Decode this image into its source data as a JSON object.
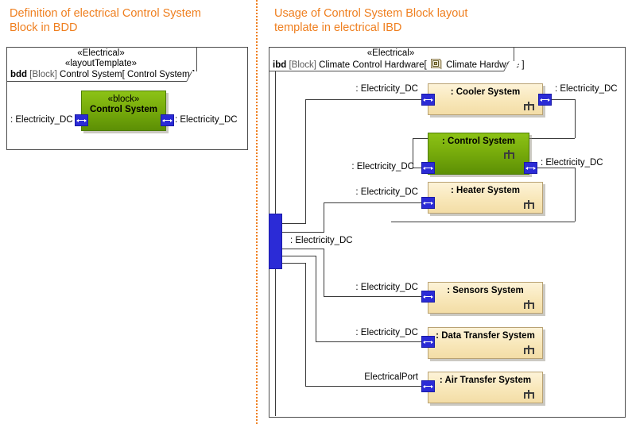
{
  "panels": {
    "bdd": {
      "title": "Definition of electrical Control System\nBlock in BDD",
      "frame": {
        "stereotype1": "«Electrical»",
        "stereotype2": "«layoutTemplate»",
        "kind": "bdd",
        "type": "[Block]",
        "element": "Control System",
        "open_bracket": "[",
        "diagram_name": "Control System",
        "close_bracket": "]"
      },
      "block": {
        "stereotype": "«block»",
        "name": "Control System"
      },
      "ports": [
        {
          "name": "left-port",
          "label": ": Electricity_DC"
        },
        {
          "name": "right-port",
          "label": ": Electricity_DC"
        }
      ]
    },
    "ibd": {
      "title": "Usage of Control System Block layout\ntemplate in electrical IBD",
      "frame": {
        "stereotype1": "«Electrical»",
        "kind": "ibd",
        "type": "[Block]",
        "element": "Climate Control Hardware",
        "open_bracket": "[",
        "icon": "ibd-diagram-icon",
        "diagram_name": "Climate Hardware",
        "close_bracket": "]"
      },
      "boundary_port": {
        "name": "boundary-electrical-port",
        "label": ": Electricity_DC"
      },
      "parts": [
        {
          "name": "cooler-system",
          "label": ": Cooler System",
          "style": "tan",
          "in_port_label": ": Electricity_DC",
          "out_port_label": ": Electricity_DC",
          "has_out_port": true
        },
        {
          "name": "control-system",
          "label": ": Control System",
          "style": "green",
          "in_port_label": ": Electricity_DC",
          "out_port_label": ": Electricity_DC",
          "has_out_port": true
        },
        {
          "name": "heater-system",
          "label": ": Heater System",
          "style": "tan",
          "in_port_label": ": Electricity_DC",
          "out_port_label": "",
          "has_out_port": false
        },
        {
          "name": "sensors-system",
          "label": ": Sensors System",
          "style": "tan",
          "in_port_label": ": Electricity_DC",
          "out_port_label": "",
          "has_out_port": false
        },
        {
          "name": "data-transfer-system",
          "label": ": Data Transfer System",
          "style": "tan",
          "in_port_label": ": Electricity_DC",
          "out_port_label": "",
          "has_out_port": false
        },
        {
          "name": "air-transfer-system",
          "label": ": Air Transfer System",
          "style": "tan",
          "in_port_label": "ElectricalPort",
          "out_port_label": "",
          "has_out_port": false
        }
      ]
    }
  },
  "colors": {
    "title_orange": "#ef7f1f",
    "port_blue": "#2b2bd6",
    "block_green": "#79ad0c",
    "block_tan": "#f8e7b9",
    "line": "#3a3a3a",
    "frame_border": "#4d4d4d"
  }
}
